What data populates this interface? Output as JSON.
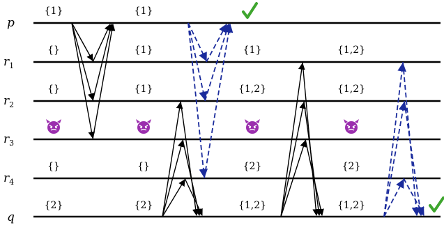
{
  "rows": [
    {
      "name": "p",
      "sub": ""
    },
    {
      "name": "r",
      "sub": "1"
    },
    {
      "name": "r",
      "sub": "2"
    },
    {
      "name": "r",
      "sub": "3"
    },
    {
      "name": "r",
      "sub": "4"
    },
    {
      "name": "q",
      "sub": ""
    }
  ],
  "sets": {
    "p": [
      "{1}",
      "{1}"
    ],
    "r1": [
      "{}",
      "{1}",
      "{1}",
      "{1,2}"
    ],
    "r2": [
      "{}",
      "{1}",
      "{1,2}",
      "{1,2}"
    ],
    "r4": [
      "{}",
      "{}",
      "{2}",
      "{2}"
    ],
    "q": [
      "{2}",
      "{2}",
      "{1,2}",
      "{1,2}"
    ]
  },
  "byzantine_marker": "devil-face",
  "byzantine_count": 4,
  "success_marker": "check-mark",
  "colors": {
    "timeline": "#000000",
    "message_black": "#000000",
    "message_blue": "#1a2b9c",
    "byzantine": "#9b2fae",
    "check": "#3ea52e"
  }
}
